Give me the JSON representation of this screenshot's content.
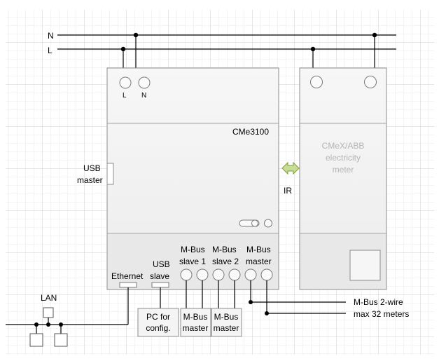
{
  "supply": {
    "n_label": "N",
    "l_label": "L"
  },
  "cme": {
    "title": "CMe3100",
    "l_term": "L",
    "n_term": "N",
    "usb_master": [
      "USB",
      "master"
    ],
    "ir_label": "IR",
    "ethernet": "Ethernet",
    "usb_slave": [
      "USB",
      "slave"
    ],
    "mbus_slave1": [
      "M-Bus",
      "slave 1"
    ],
    "mbus_slave2": [
      "M-Bus",
      "slave 2"
    ],
    "mbus_master": [
      "M-Bus",
      "master"
    ]
  },
  "meter": {
    "text": [
      "CMeX/ABB",
      "electricity",
      "meter"
    ]
  },
  "lan": {
    "label": "LAN"
  },
  "devices": {
    "pc": [
      "PC for",
      "config."
    ],
    "mbus_master_a": [
      "M-Bus",
      "master"
    ],
    "mbus_master_b": [
      "M-Bus",
      "master"
    ]
  },
  "mbus_note": [
    "M-Bus 2-wire",
    "max 32 meters"
  ],
  "colors": {
    "housing": "#f0f0f0",
    "housing_bottom": "#e6e6e6",
    "ir_arrow": "#8db04a",
    "grid_line": "#d9d9d9"
  }
}
